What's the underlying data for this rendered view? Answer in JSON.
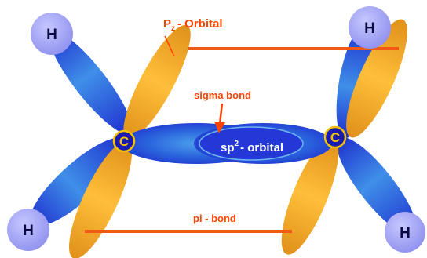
{
  "labels": {
    "pz_main": "P",
    "pz_sub": "z",
    "pz_rest": "- Orbital",
    "sigma_bond": "sigma bond",
    "sp2_main": "sp",
    "sp2_sup": "2",
    "sp2_rest": "- orbital",
    "pi_bond": "pi - bond"
  },
  "atoms": {
    "carbon": "C",
    "hydrogen": "H"
  },
  "colors": {
    "label_orange": "#ff4400",
    "pi_line": "#f05a14",
    "p_orbital": "#f5a623",
    "sp_orbital_dark": "#1f2fcf",
    "sp_orbital_light": "#4aa0ec",
    "hydrogen": "#a9aaf6",
    "carbon": "#1a1ab0",
    "carbon_ring": "#f2c200"
  }
}
